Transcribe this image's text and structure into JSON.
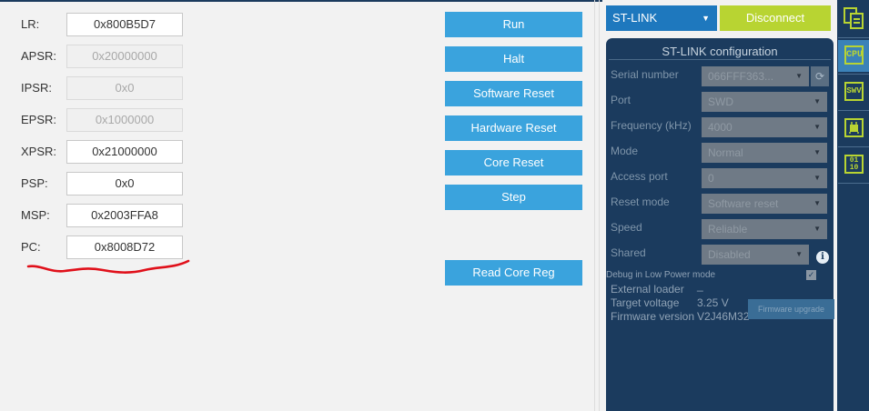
{
  "registers": [
    {
      "label": "LR:",
      "value": "0x800B5D7",
      "disabled": false
    },
    {
      "label": "APSR:",
      "value": "0x20000000",
      "disabled": true
    },
    {
      "label": "IPSR:",
      "value": "0x0",
      "disabled": true
    },
    {
      "label": "EPSR:",
      "value": "0x1000000",
      "disabled": true
    },
    {
      "label": "XPSR:",
      "value": "0x21000000",
      "disabled": false
    },
    {
      "label": "PSP:",
      "value": "0x0",
      "disabled": false
    },
    {
      "label": "MSP:",
      "value": "0x2003FFA8",
      "disabled": false
    },
    {
      "label": "PC:",
      "value": "0x8008D72",
      "disabled": false
    }
  ],
  "buttons": {
    "run": "Run",
    "halt": "Halt",
    "software_reset": "Software Reset",
    "hardware_reset": "Hardware Reset",
    "core_reset": "Core Reset",
    "step": "Step",
    "read_core_reg": "Read Core Reg"
  },
  "connection": {
    "interface": "ST-LINK",
    "disconnect": "Disconnect"
  },
  "config": {
    "title": "ST-LINK configuration",
    "fields": [
      {
        "label": "Serial number",
        "value": "066FFF363..."
      },
      {
        "label": "Port",
        "value": "SWD"
      },
      {
        "label": "Frequency (kHz)",
        "value": "4000"
      },
      {
        "label": "Mode",
        "value": "Normal"
      },
      {
        "label": "Access port",
        "value": "0"
      },
      {
        "label": "Reset mode",
        "value": "Software reset"
      },
      {
        "label": "Speed",
        "value": "Reliable"
      },
      {
        "label": "Shared",
        "value": "Disabled"
      }
    ],
    "low_power_label": "Debug in Low Power mode",
    "external_loader": {
      "label": "External loader",
      "value": "_"
    },
    "target_voltage": {
      "label": "Target voltage",
      "value": "3.25 V"
    },
    "firmware_version": {
      "label": "Firmware version",
      "value": "V2J46M32"
    },
    "firmware_upgrade": "Firmware upgrade"
  },
  "sidebar": {
    "cpu": "CPU",
    "swv": "SWV",
    "bits_top": "01",
    "bits_bottom": "10"
  },
  "colors": {
    "accent_button": "#3aa3dd",
    "disconnect": "#b8d432",
    "panel_navy": "#1b3b5e",
    "annotation": "#e0101a"
  }
}
